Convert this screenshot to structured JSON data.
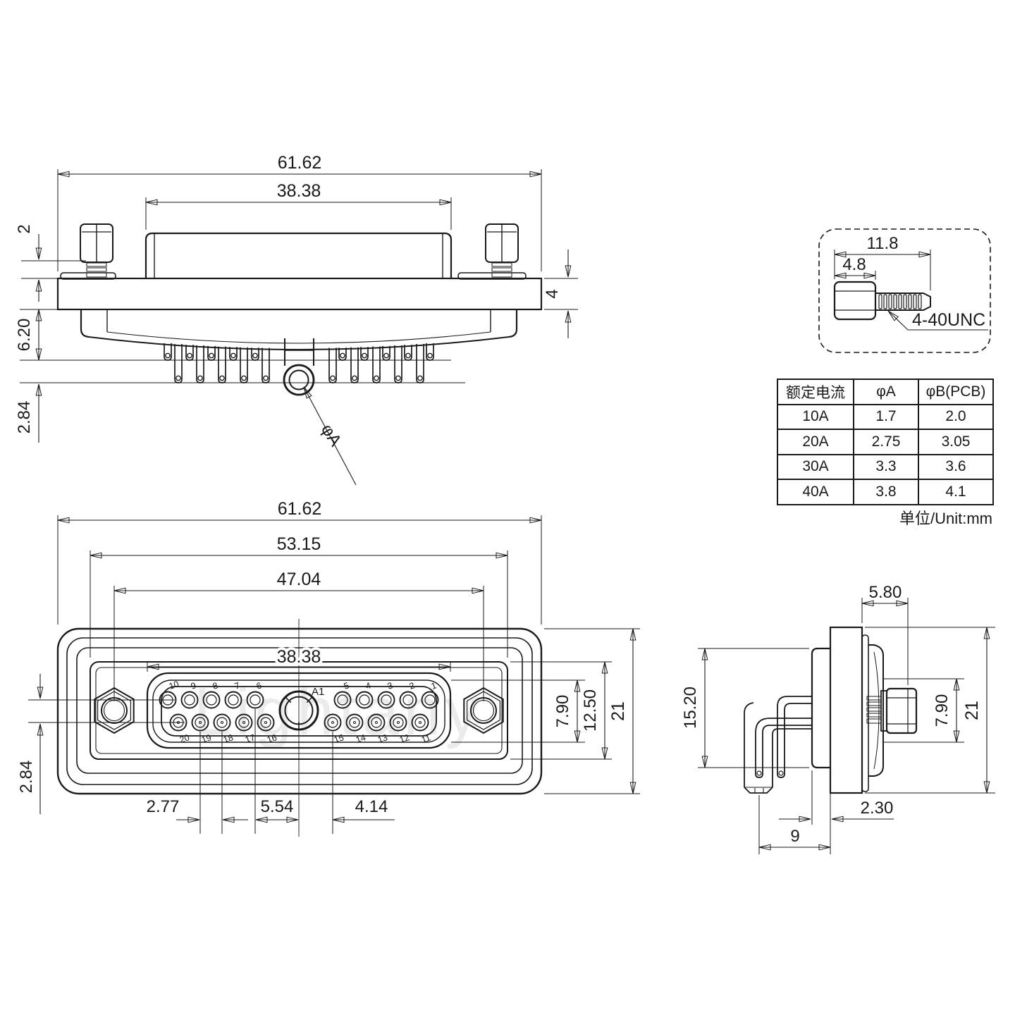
{
  "watermark": "Lightany",
  "top_view": {
    "dim_overall_width": "61.62",
    "dim_shroud_width": "38.38",
    "dim_screw_thread": "2",
    "dim_flange_thickness": "4",
    "dim_body_depth": "6.20",
    "dim_pin_stagger": "2.84",
    "label_center_pin_dia": "φA"
  },
  "screw_detail": {
    "dim_total_length": "11.8",
    "dim_head_length": "4.8",
    "thread_spec": "4-40UNC"
  },
  "spec_table": {
    "headers": [
      "额定电流",
      "φA",
      "φB(PCB)"
    ],
    "rows": [
      [
        "10A",
        "1.7",
        "2.0"
      ],
      [
        "20A",
        "2.75",
        "3.05"
      ],
      [
        "30A",
        "3.3",
        "3.6"
      ],
      [
        "40A",
        "3.8",
        "4.1"
      ]
    ],
    "unit_note": "单位/Unit:mm"
  },
  "front_view": {
    "dim_overall_width": "61.62",
    "dim_face_width": "53.15",
    "dim_mount_hole_spacing": "47.04",
    "dim_shroud_width": "38.38",
    "dim_opening_height": "7.90",
    "dim_face_height": "12.50",
    "dim_overall_height": "21",
    "dim_row_spacing": "2.84",
    "dim_pin_pitch": "2.77",
    "dim_double_pitch": "5.54",
    "dim_center_gap": "4.14",
    "center_pin_label": "A1",
    "pin_rows": {
      "top_left": [
        "10",
        "9",
        "8",
        "7",
        "6"
      ],
      "top_right": [
        "5",
        "4",
        "3",
        "2",
        "1"
      ],
      "bottom_left": [
        "20",
        "19",
        "18",
        "17",
        "16"
      ],
      "bottom_right": [
        "15",
        "14",
        "13",
        "12",
        "11"
      ]
    }
  },
  "side_view": {
    "dim_screw_protrusion": "5.80",
    "dim_pin_length": "15.20",
    "dim_screw_height": "7.90",
    "dim_overall_height": "21",
    "dim_offset": "2.30",
    "dim_pin_depth": "9"
  }
}
